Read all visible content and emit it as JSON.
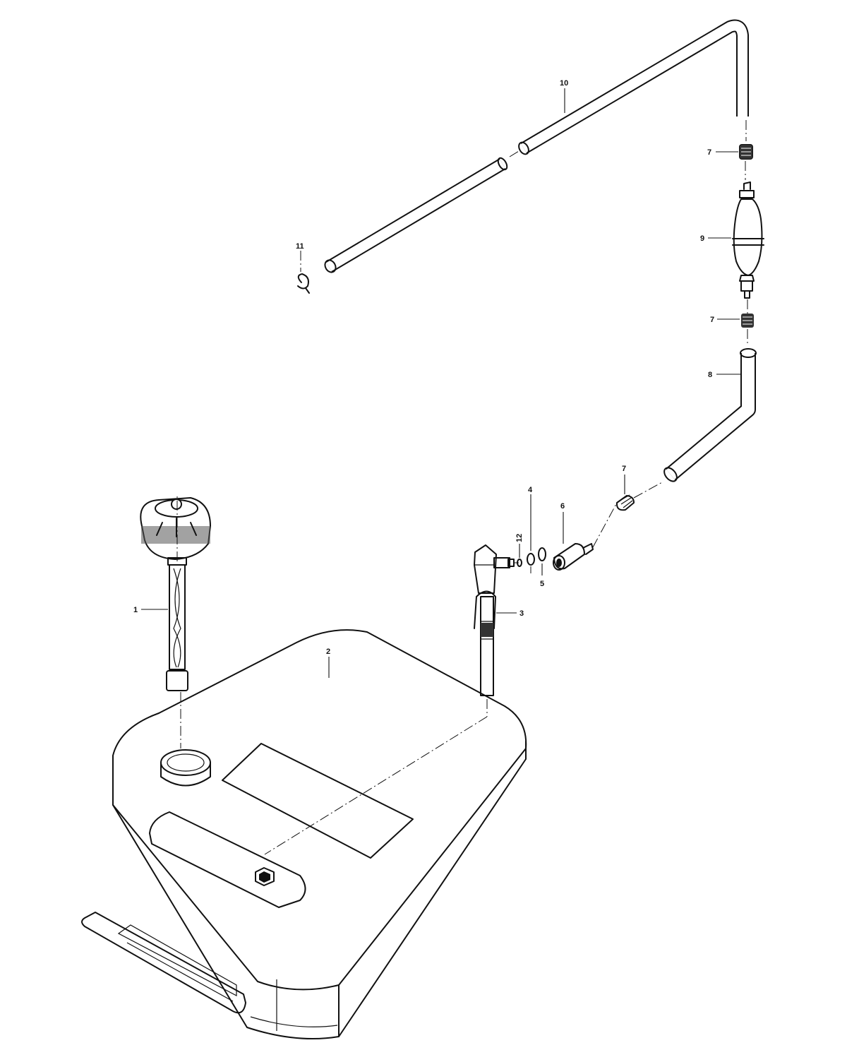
{
  "diagram": {
    "callouts": [
      {
        "id": "1",
        "label": "1"
      },
      {
        "id": "2",
        "label": "2"
      },
      {
        "id": "3",
        "label": "3"
      },
      {
        "id": "4",
        "label": "4"
      },
      {
        "id": "5",
        "label": "5"
      },
      {
        "id": "6",
        "label": "6"
      },
      {
        "id": "7a",
        "label": "7"
      },
      {
        "id": "7b",
        "label": "7"
      },
      {
        "id": "7c",
        "label": "7"
      },
      {
        "id": "8",
        "label": "8"
      },
      {
        "id": "9",
        "label": "9"
      },
      {
        "id": "10",
        "label": "10"
      },
      {
        "id": "11",
        "label": "11"
      },
      {
        "id": "12",
        "label": "12"
      }
    ],
    "parts": [
      "fuel-gauge",
      "fuel-tank",
      "pickup-tube",
      "o-ring",
      "o-ring",
      "tank-connector",
      "hose-clamp",
      "fuel-hose-short",
      "primer-bulb",
      "fuel-hose-long",
      "hose-clip",
      "washer"
    ],
    "colors": {
      "ink": "#111111",
      "paper": "#ffffff"
    }
  }
}
